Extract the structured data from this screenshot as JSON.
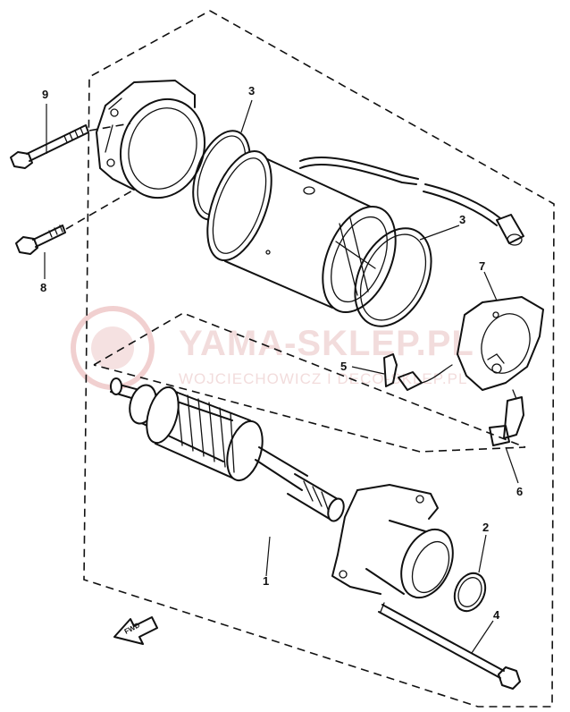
{
  "watermark": {
    "brand": "YAMA-SKLEP.PL",
    "sub": "WOJCIECHOWICZ I DECO-SKLEP.PL",
    "color": "#e8b3b3"
  },
  "labels": {
    "p1": "1",
    "p2": "2",
    "p3a": "3",
    "p3b": "3",
    "p4": "4",
    "p5": "5",
    "p6": "6",
    "p7": "7",
    "p8": "8",
    "p9": "9"
  },
  "direction_marker": {
    "text": "FWD"
  }
}
